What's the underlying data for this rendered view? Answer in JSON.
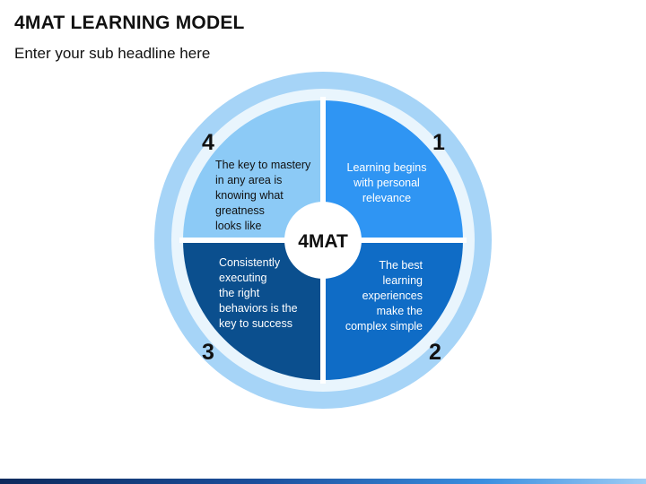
{
  "header": {
    "title": "4MAT LEARNING MODEL",
    "subtitle": "Enter your sub headline here"
  },
  "diagram": {
    "center_label": "4MAT",
    "quadrants": [
      {
        "number": "1",
        "lines": [
          "Learning begins",
          "with personal",
          "relevance"
        ],
        "color": "#2f95f3"
      },
      {
        "number": "2",
        "lines": [
          "The best",
          "learning",
          "experiences",
          "make the",
          "complex simple"
        ],
        "color": "#0f6cc6"
      },
      {
        "number": "3",
        "lines": [
          "Consistently",
          "executing",
          "the right",
          "behaviors is the",
          "key to success"
        ],
        "color": "#0b4f8e"
      },
      {
        "number": "4",
        "lines": [
          "The key to mastery",
          "in any area is",
          "knowing what",
          "greatness",
          "looks like"
        ],
        "color": "#8ccaf6"
      }
    ],
    "colors": {
      "outer_ring": "#a6d4f7",
      "inner_ring_band": "#e9f5fd",
      "divider": "#ffffff",
      "center": "#ffffff",
      "text_dark": "#111111",
      "text_light": "#ffffff"
    }
  }
}
